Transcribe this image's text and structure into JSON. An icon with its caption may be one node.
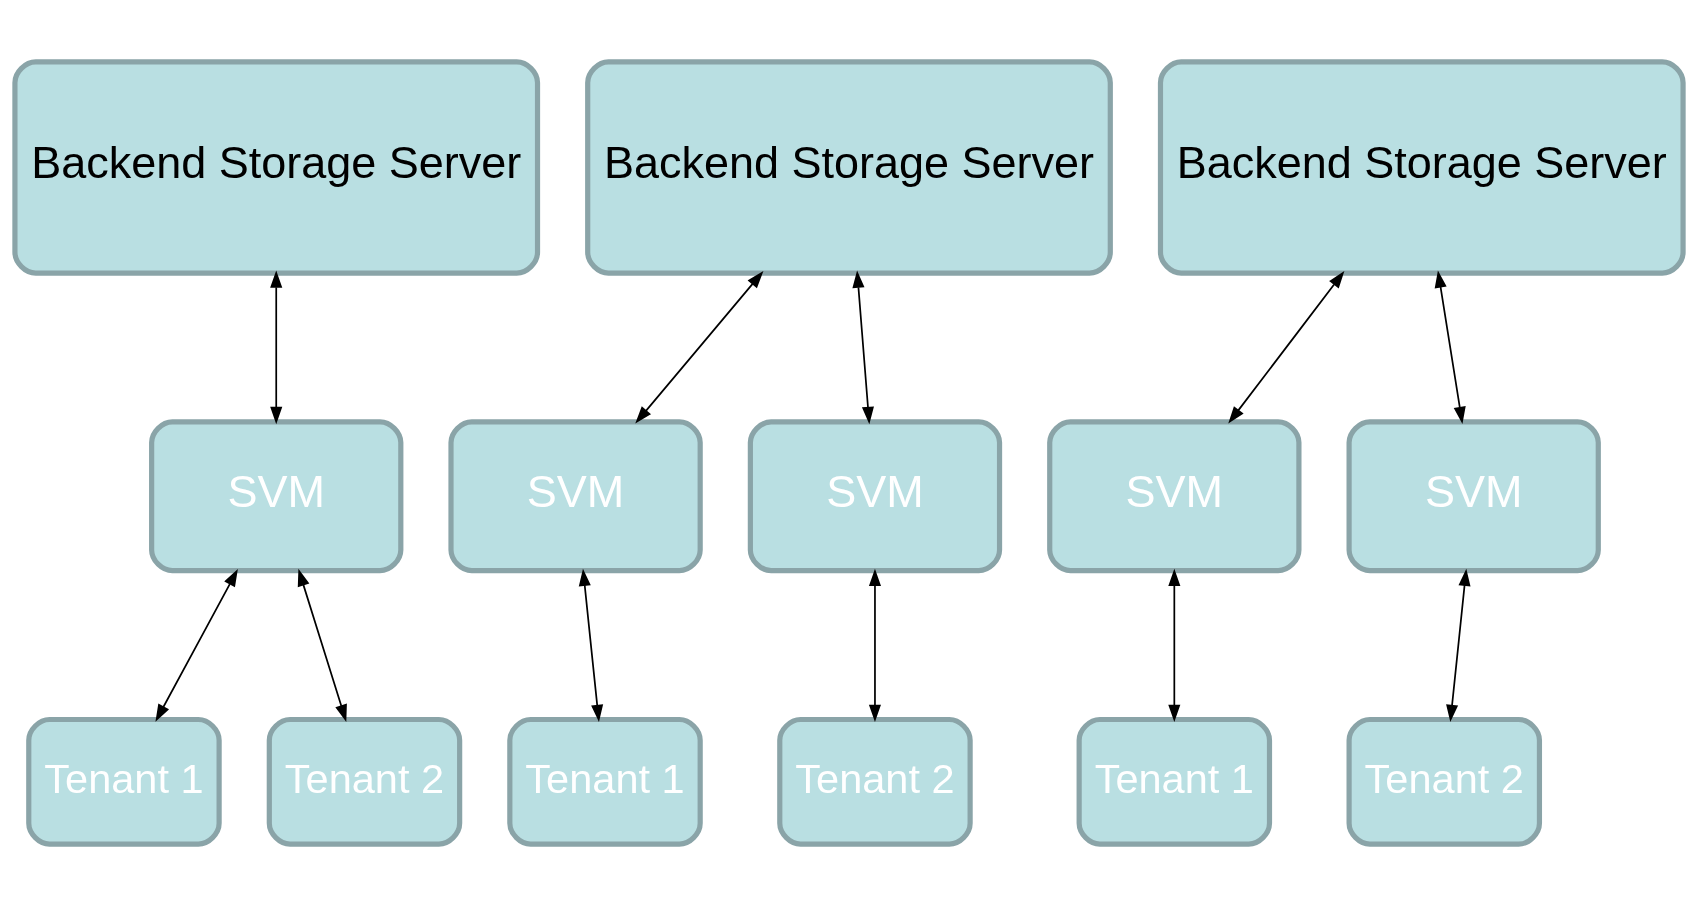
{
  "diagram": {
    "nodes": [
      {
        "text": [
          "Backend Storage Server"
        ]
      },
      {
        "text": [
          "Backend Storage Server"
        ]
      },
      {
        "text": [
          "Backend Storage Server"
        ]
      },
      {
        "text": [
          "SVM"
        ]
      },
      {
        "text": [
          "SVM"
        ]
      },
      {
        "text": [
          "SVM"
        ]
      },
      {
        "text": [
          "SVM"
        ]
      },
      {
        "text": [
          "SVM"
        ]
      },
      {
        "text": [
          "Tenant 1"
        ]
      },
      {
        "text": [
          "Tenant 2"
        ]
      },
      {
        "text": [
          "Tenant 1"
        ]
      },
      {
        "text": [
          "Tenant 2"
        ]
      },
      {
        "text": [
          "Tenant 1"
        ]
      },
      {
        "text": [
          "Tenant 2"
        ]
      }
    ],
    "edges": [
      {
        "from": 0,
        "to": 3,
        "arrow": "both"
      },
      {
        "from": 1,
        "to": 4,
        "arrow": "both"
      },
      {
        "from": 1,
        "to": 5,
        "arrow": "both"
      },
      {
        "from": 2,
        "to": 6,
        "arrow": "both"
      },
      {
        "from": 2,
        "to": 7,
        "arrow": "both"
      },
      {
        "from": 3,
        "to": 8,
        "arrow": "both"
      },
      {
        "from": 3,
        "to": 9,
        "arrow": "both"
      },
      {
        "from": 4,
        "to": 10,
        "arrow": "both"
      },
      {
        "from": 5,
        "to": 11,
        "arrow": "both"
      },
      {
        "from": 6,
        "to": 12,
        "arrow": "both"
      },
      {
        "from": 7,
        "to": 13,
        "arrow": "both"
      }
    ]
  }
}
